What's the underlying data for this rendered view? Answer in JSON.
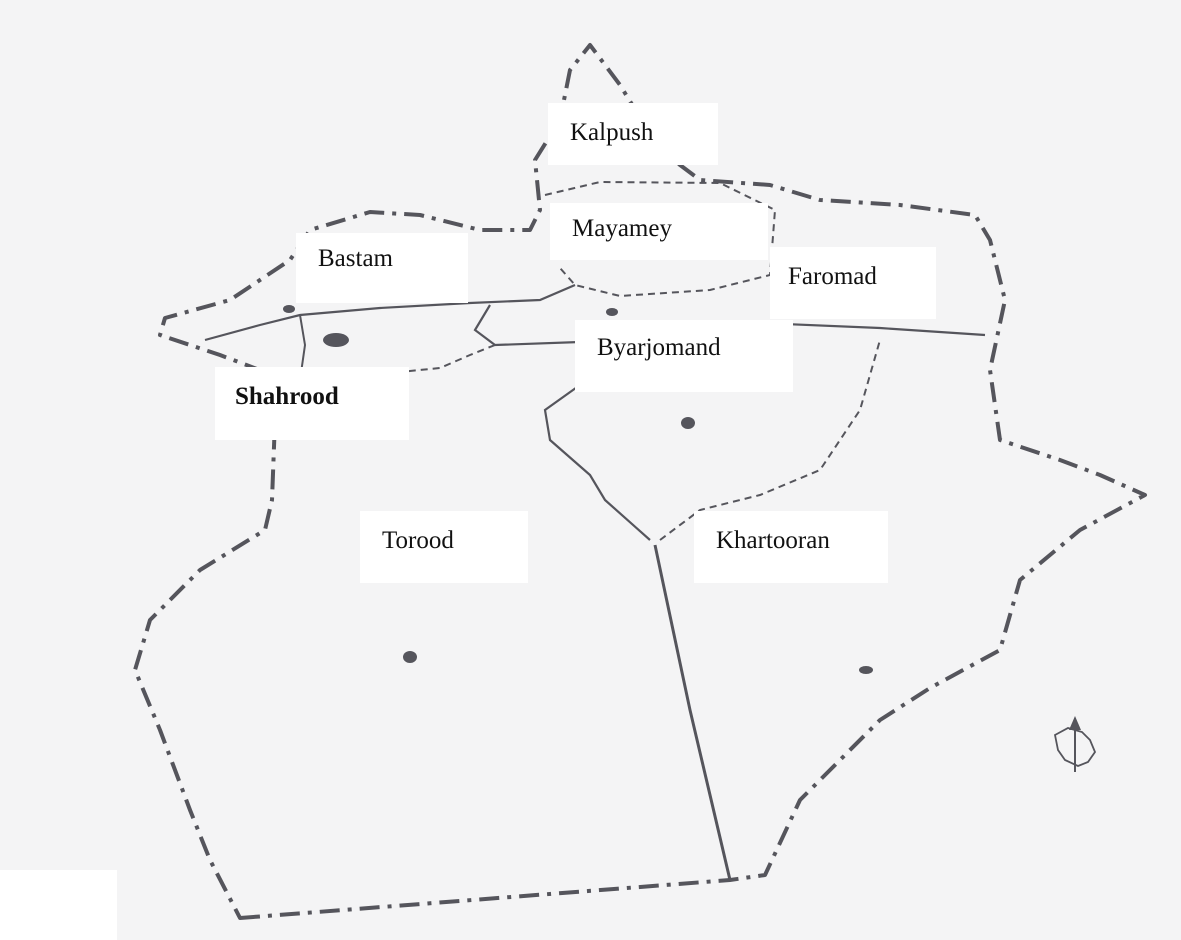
{
  "map": {
    "colors": {
      "background": "#f4f4f5",
      "boundary": "#55555c",
      "label_box": "#ffffff"
    },
    "icons": [
      "north-arrow-icon",
      "iran-locator-icon"
    ],
    "districts": [
      {
        "id": "kalpush",
        "label": "Kalpush",
        "bold": false
      },
      {
        "id": "mayamey",
        "label": "Mayamey",
        "bold": false
      },
      {
        "id": "bastam",
        "label": "Bastam",
        "bold": false
      },
      {
        "id": "faromad",
        "label": "Faromad",
        "bold": false
      },
      {
        "id": "byarjomand",
        "label": "Byarjomand",
        "bold": false
      },
      {
        "id": "shahrood",
        "label": "Shahrood",
        "bold": true
      },
      {
        "id": "torood",
        "label": "Torood",
        "bold": false
      },
      {
        "id": "khartooran",
        "label": "Khartooran",
        "bold": false
      }
    ]
  }
}
